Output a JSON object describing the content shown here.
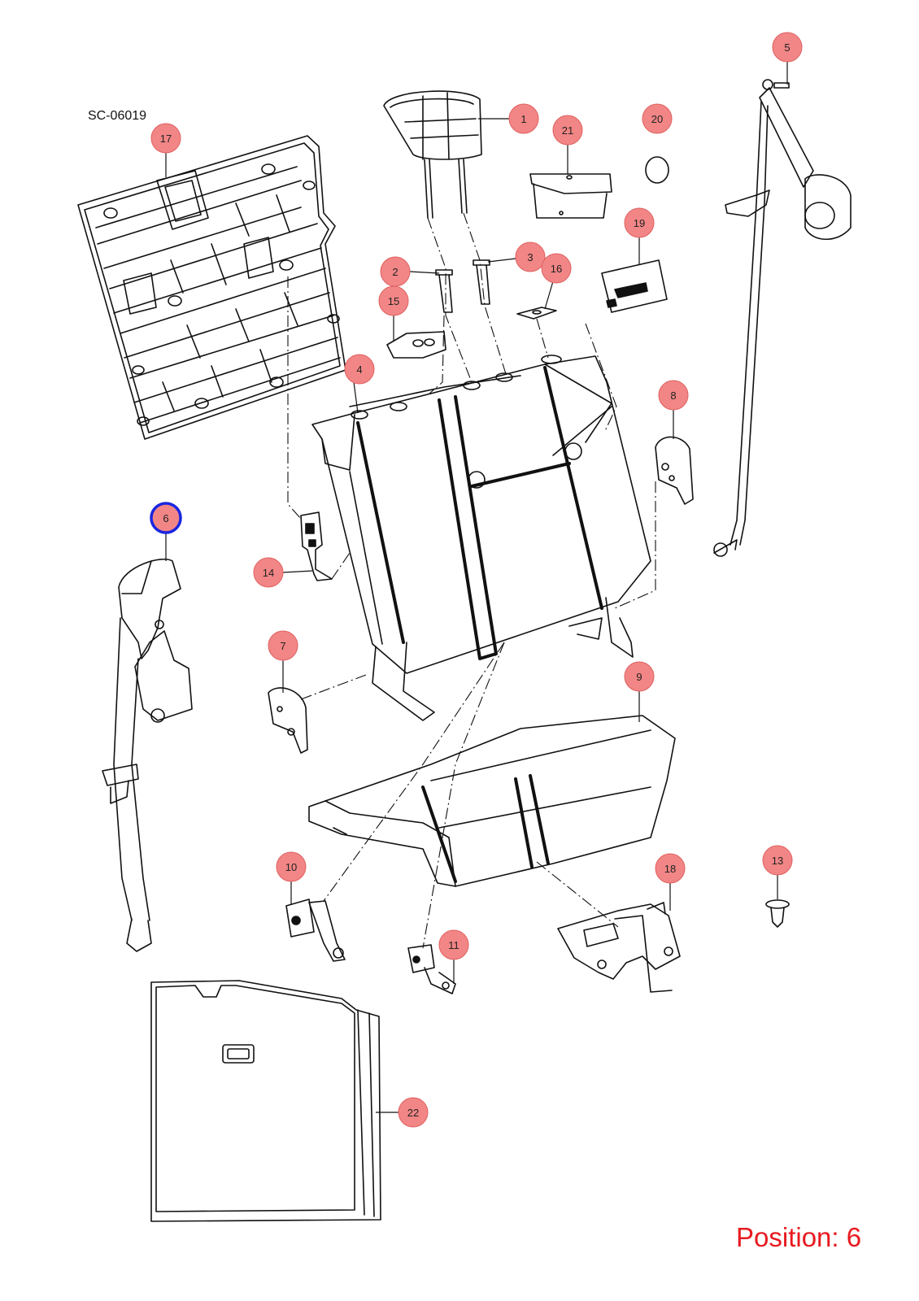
{
  "reference_code": "SC-06019",
  "position_label": "Position: 6",
  "selected_callout": "6",
  "colors": {
    "callout_fill": "#f28686",
    "selected_outline": "#1a26e0",
    "position_text": "#e8191f",
    "line_art": "#111111"
  },
  "callouts": [
    {
      "id": "1",
      "label": "1"
    },
    {
      "id": "2",
      "label": "2"
    },
    {
      "id": "3",
      "label": "3"
    },
    {
      "id": "4",
      "label": "4"
    },
    {
      "id": "5",
      "label": "5"
    },
    {
      "id": "6",
      "label": "6"
    },
    {
      "id": "7",
      "label": "7"
    },
    {
      "id": "8",
      "label": "8"
    },
    {
      "id": "9",
      "label": "9"
    },
    {
      "id": "10",
      "label": "10"
    },
    {
      "id": "11",
      "label": "11"
    },
    {
      "id": "13",
      "label": "13"
    },
    {
      "id": "14",
      "label": "14"
    },
    {
      "id": "15",
      "label": "15"
    },
    {
      "id": "16",
      "label": "16"
    },
    {
      "id": "17",
      "label": "17"
    },
    {
      "id": "18",
      "label": "18"
    },
    {
      "id": "19",
      "label": "19"
    },
    {
      "id": "20",
      "label": "20"
    },
    {
      "id": "21",
      "label": "21"
    },
    {
      "id": "22",
      "label": "22"
    }
  ]
}
